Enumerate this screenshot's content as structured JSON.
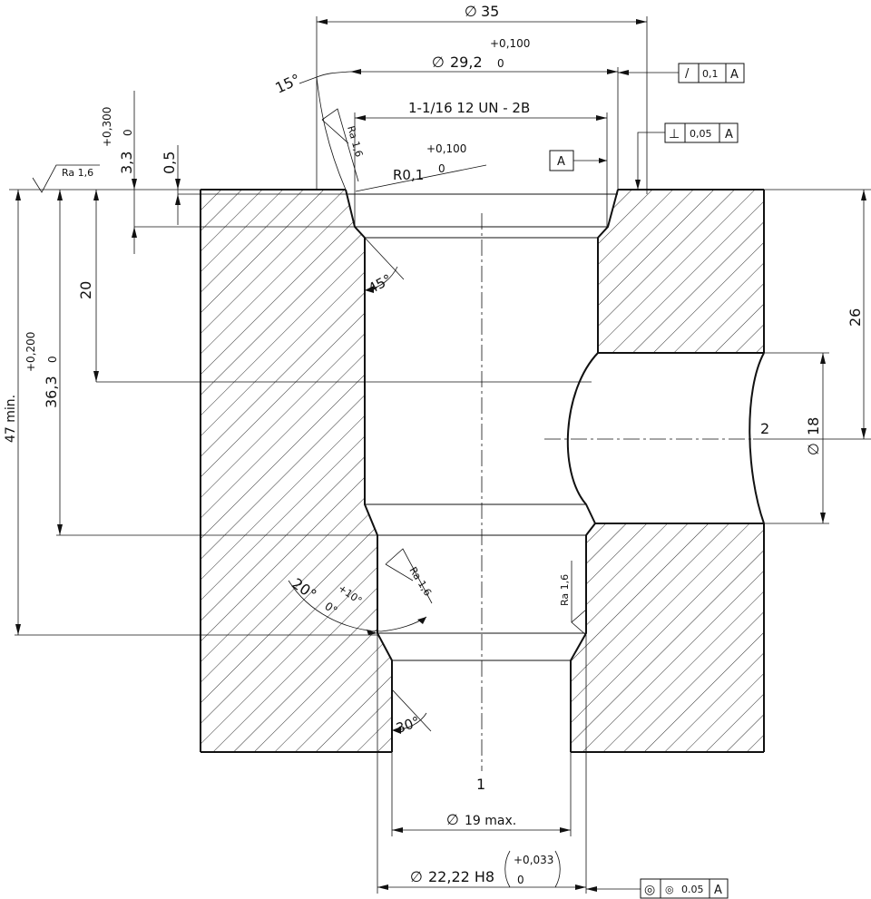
{
  "dimensions": {
    "dia35": "35",
    "dia29": "29,2",
    "dia29_upper": "+0,100",
    "dia29_lower": "0",
    "thread": "1-1/16 12 UN - 2B",
    "r01": "R0,1",
    "r01_upper": "+0,100",
    "r01_lower": "0",
    "d33": "3,3",
    "d33_upper": "+0,300",
    "d33_lower": "0",
    "d05": "0,5",
    "d20": "20",
    "d47": "47 min.",
    "d363": "36,3",
    "d363_upper": "+0,200",
    "d363_lower": "0",
    "d26": "26",
    "dia18": "18",
    "dia19": "19 max.",
    "dia2222": "22,22 H8",
    "dia2222_upper": "+0,033",
    "dia2222_lower": "0"
  },
  "angles": {
    "a15": "15°",
    "a45": "45°",
    "a20": "20°",
    "a20_upper": "+10°",
    "a20_lower": "0°",
    "a30": "30°"
  },
  "surface": {
    "ra_top": "Ra 1,6",
    "ra_chamfer": "Ra 1,6",
    "ra_cone": "Ra 1,6",
    "ra_bore": "Ra 1,6"
  },
  "tolerances": {
    "parallel": {
      "symbol": "/",
      "value": "0,1",
      "datum": "A"
    },
    "perp": {
      "symbol": "⊥",
      "value": "0,05",
      "datum": "A"
    },
    "coax": {
      "symbol": "◎",
      "value": "0.05",
      "datum": "A"
    },
    "datum_label": "A"
  },
  "labels": {
    "port1": "1",
    "port2": "2",
    "diameter_symbol": "∅"
  }
}
